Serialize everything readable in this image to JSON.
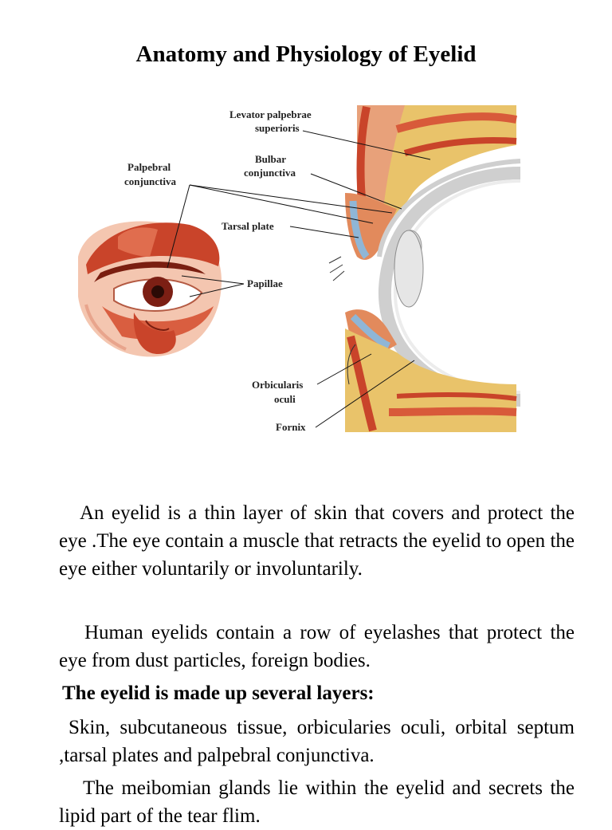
{
  "document": {
    "title": "Anatomy and Physiology of Eyelid",
    "figure": {
      "labels": {
        "levator_line1": "Levator palpebrae",
        "levator_line2": "superioris",
        "bulbar_line1": "Bulbar",
        "bulbar_line2": "conjunctiva",
        "palpebral_line1": "Palpebral",
        "palpebral_line2": "conjunctiva",
        "tarsal": "Tarsal plate",
        "papillae": "Papillae",
        "orbicularis_line1": "Orbicularis",
        "orbicularis_line2": "oculi",
        "fornix": "Fornix"
      }
    },
    "paragraphs": {
      "p1": "An eyelid is a thin layer of skin that covers and protect the eye .The eye contain a muscle that retracts the eyelid to open the eye either voluntarily or involuntarily.",
      "p2": "Human eyelids contain a row of eyelashes that protect the eye from dust particles, foreign bodies.",
      "p3": "The eyelid is made up several layers:",
      "p4": "Skin, subcutaneous tissue, orbicularies oculi, orbital septum ,tarsal plates and palpebral conjunctiva.",
      "p5": "The meibomian glands lie within the eyelid and secrets the lipid part of the tear flim."
    }
  }
}
